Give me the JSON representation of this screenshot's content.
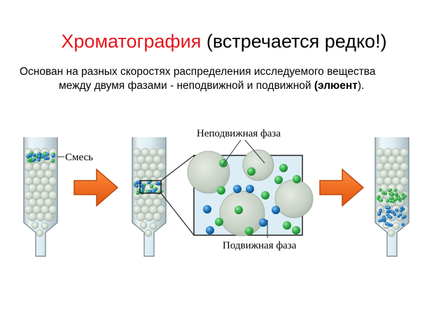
{
  "title": {
    "highlight": "Хроматография",
    "rest": "(встречается редко!)"
  },
  "subtitle": {
    "line1": "Основан на разных скоростях распределения исследуемого вещества",
    "line2": "между двумя фазами - неподвижной и подвижной",
    "eluent": "(элюент",
    "closing": ")."
  },
  "labels": {
    "mixture": "Смесь",
    "stationary_phase": "Неподвижная фаза",
    "mobile_phase": "Подвижная фаза"
  },
  "colors": {
    "title_accent": "#e8131b",
    "arrow_fill": "#f26b1d",
    "arrow_stroke": "#b94a10",
    "bead": "#c9d4c9",
    "green_particle": "#33b24a",
    "blue_particle": "#1f78c1",
    "tube_liquid": "#dcecf2"
  },
  "icons": {
    "arrow": "right-arrow-icon"
  }
}
